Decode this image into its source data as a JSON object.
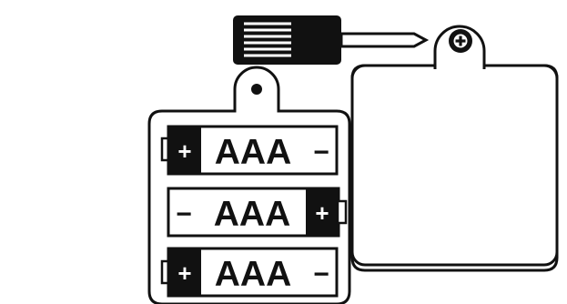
{
  "batteries": [
    {
      "label": "AAA",
      "left_symbol": "+",
      "right_symbol": "−",
      "dark_end": "left"
    },
    {
      "label": "AAA",
      "left_symbol": "−",
      "right_symbol": "+",
      "dark_end": "right"
    },
    {
      "label": "AAA",
      "left_symbol": "+",
      "right_symbol": "−",
      "dark_end": "left"
    }
  ],
  "icons": {
    "screwdriver": "screwdriver-icon",
    "screw": "phillips-screw-icon",
    "mounting_hole": "mounting-hole-icon"
  },
  "colors": {
    "ink": "#111111",
    "background": "#ffffff"
  }
}
